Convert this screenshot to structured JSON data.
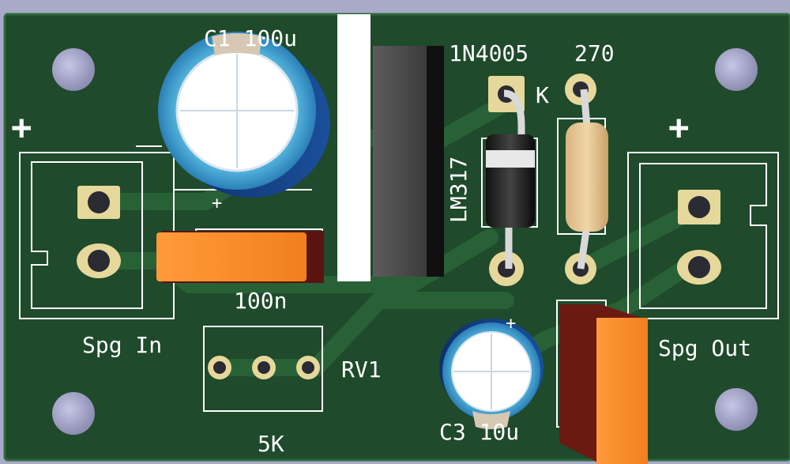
{
  "board": {
    "silkscreen_color": "#ffffff",
    "substrate_color": "#1f4a2b",
    "background_color": "#a9a9c8",
    "copper_color": "#e6d89a",
    "labels": {
      "c1": "C1 100u",
      "diode": "1N4005",
      "resistor_value": "270",
      "cathode": "K",
      "regulator": "LM317",
      "c2_value": "100n",
      "input_connector": "Spg In",
      "output_connector": "Spg Out",
      "pot_ref": "RV1",
      "pot_value": "5K",
      "c3": "C3 10u",
      "plus_in": "+",
      "plus_out": "+",
      "plus_c1": "+",
      "plus_c3": "+"
    }
  }
}
